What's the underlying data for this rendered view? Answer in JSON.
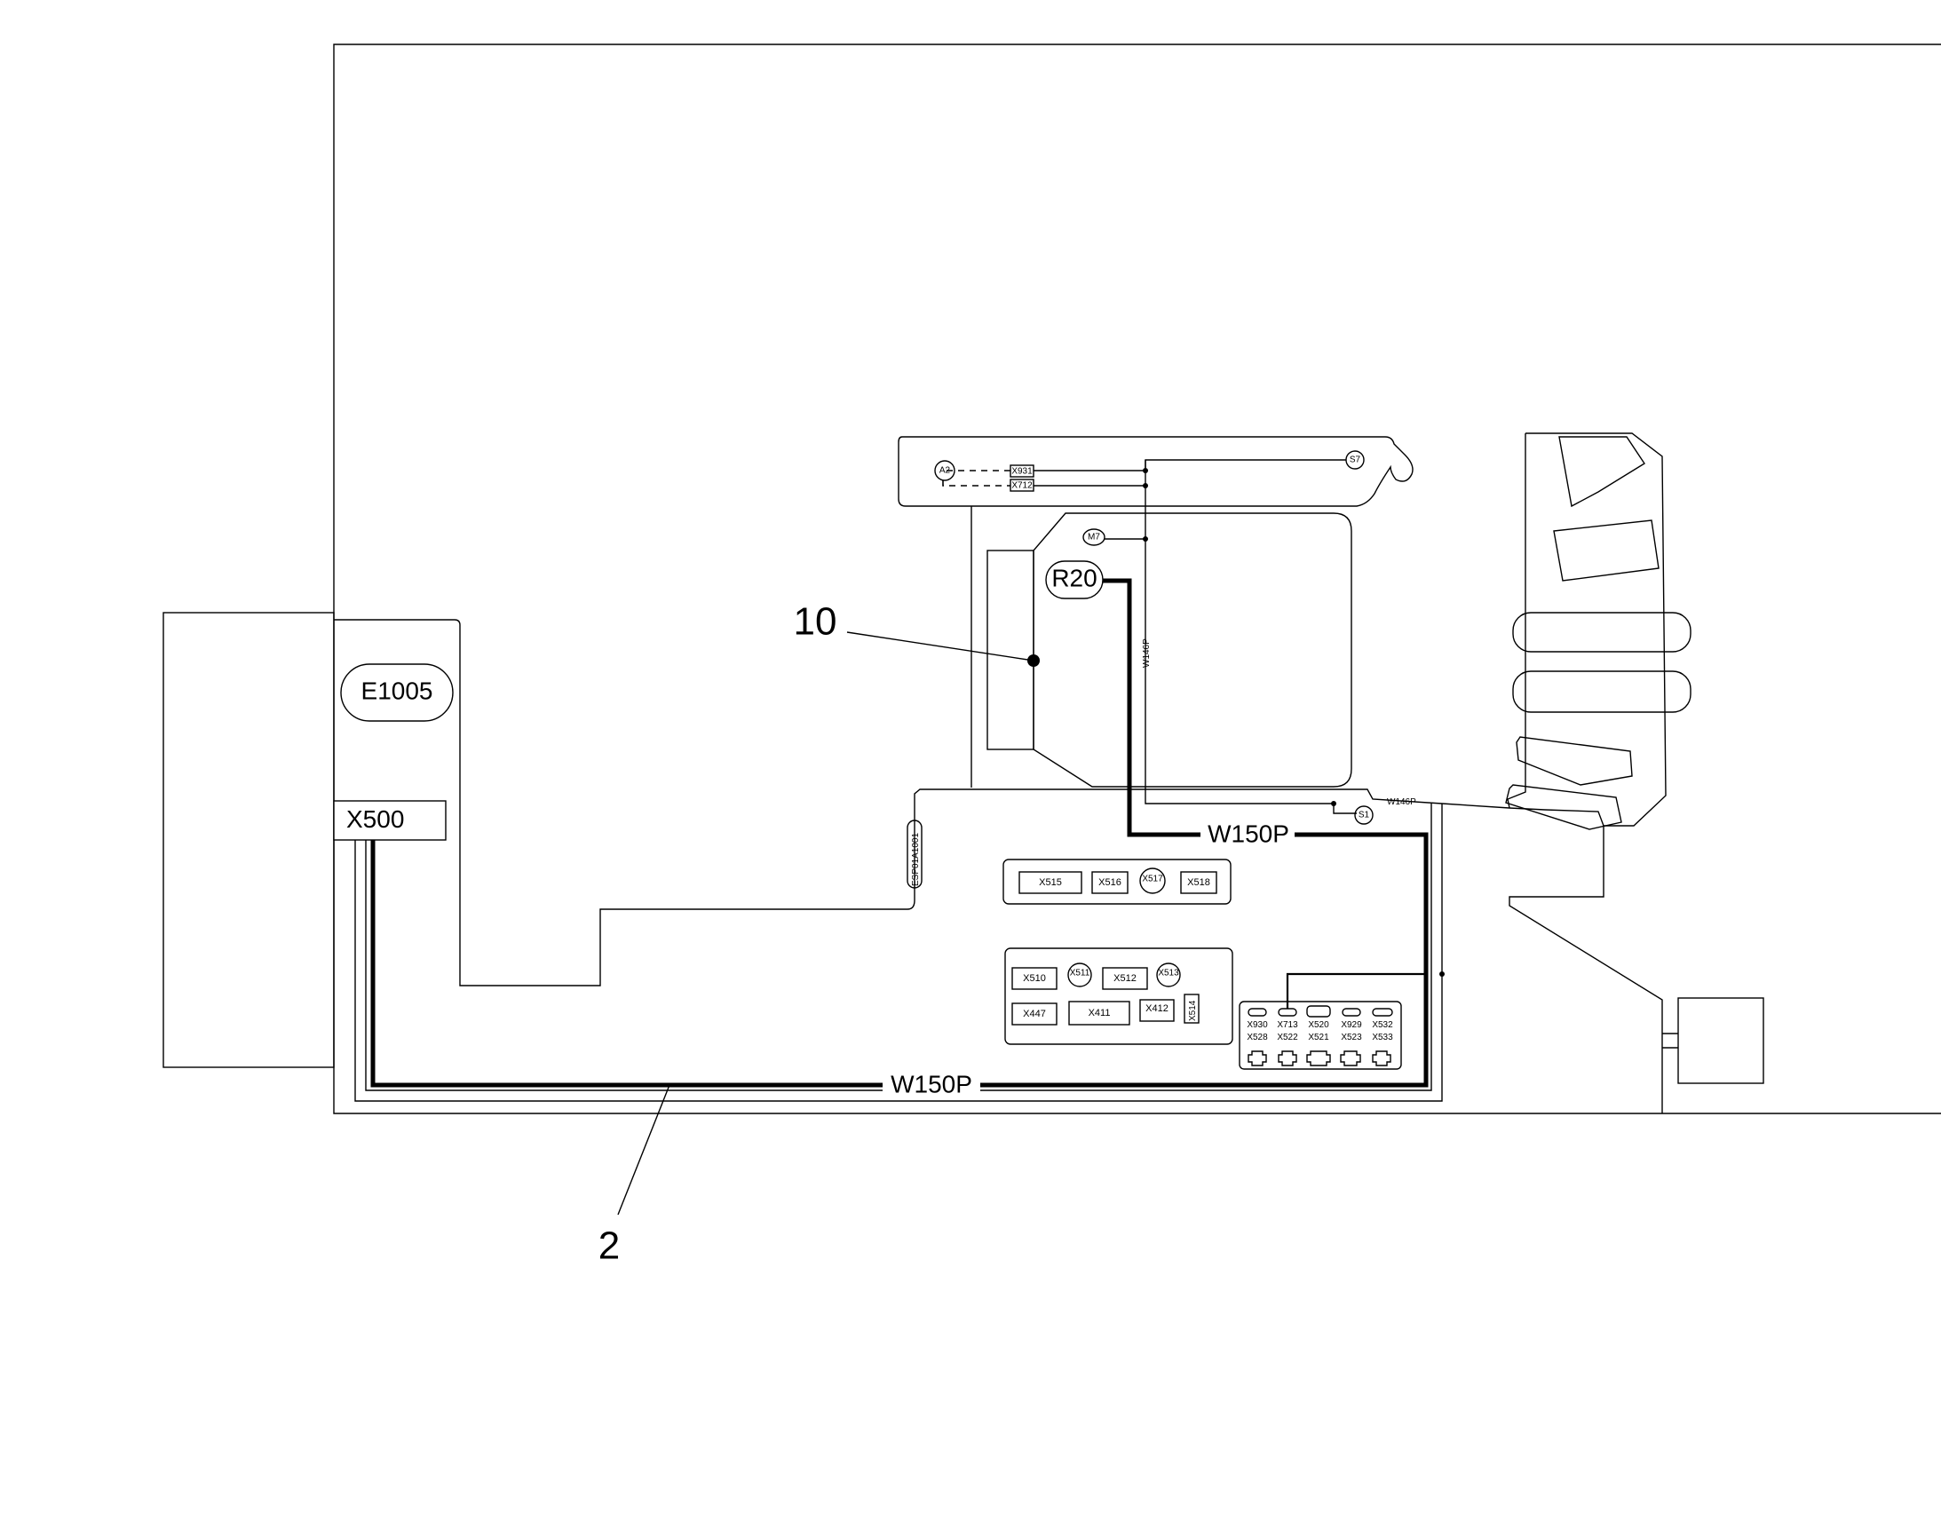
{
  "callouts": {
    "item_10": "10",
    "item_2": "2"
  },
  "components": {
    "e1005": "E1005",
    "x500": "X500",
    "r20": "R20",
    "a2": "A2",
    "x931": "X931",
    "x712": "X712",
    "s7": "S7",
    "m7": "M7",
    "s1": "S1",
    "esp_tag": "ESP01A1001"
  },
  "harnesses": {
    "w150p_upper": "W150P",
    "w150p_lower": "W150P",
    "w146p_vertical": "W146P",
    "w146p_small": "W146P"
  },
  "connector_panel_top": [
    "X515",
    "X516",
    "X517",
    "X518"
  ],
  "connector_panel_mid": {
    "row1": [
      "X510",
      "X511",
      "X512",
      "X513"
    ],
    "row2": [
      "X447",
      "X411",
      "X412",
      "X514"
    ]
  },
  "connector_panel_right": {
    "row1": [
      "X930",
      "X713",
      "X520",
      "X929",
      "X532"
    ],
    "row2": [
      "X528",
      "X522",
      "X521",
      "X523",
      "X533"
    ]
  },
  "colors": {
    "line": "#000000",
    "background": "#ffffff"
  }
}
